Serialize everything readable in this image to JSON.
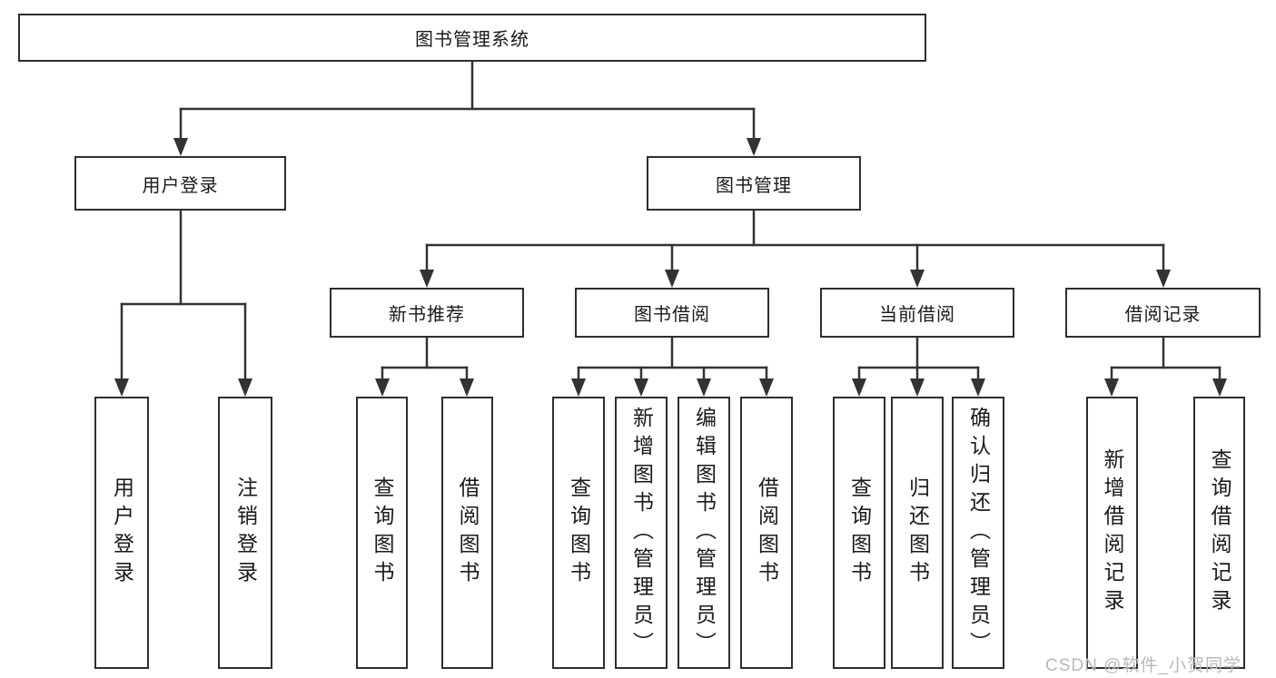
{
  "diagram": {
    "root": "图书管理系统",
    "level2": [
      "用户登录",
      "图书管理"
    ],
    "level3": [
      "新书推荐",
      "图书借阅",
      "当前借阅",
      "借阅记录"
    ],
    "leaves": {
      "user_login": [
        "用户登录",
        "注销登录"
      ],
      "new_book": [
        "查询图书",
        "借阅图书"
      ],
      "book_borrow": [
        "查询图书",
        "新增图书（管理员）",
        "编辑图书（管理员）",
        "借阅图书"
      ],
      "current_borrow": [
        "查询图书",
        "归还图书",
        "确认归还（管理员）"
      ],
      "borrow_record": [
        "新增借阅记录",
        "查询借阅记录"
      ]
    },
    "watermark": "CSDN @软件_小贺同学",
    "colors": {
      "line": "#333333",
      "text": "#1a1a1a",
      "watermark": "#b8b8b8",
      "background": "#ffffff"
    }
  }
}
